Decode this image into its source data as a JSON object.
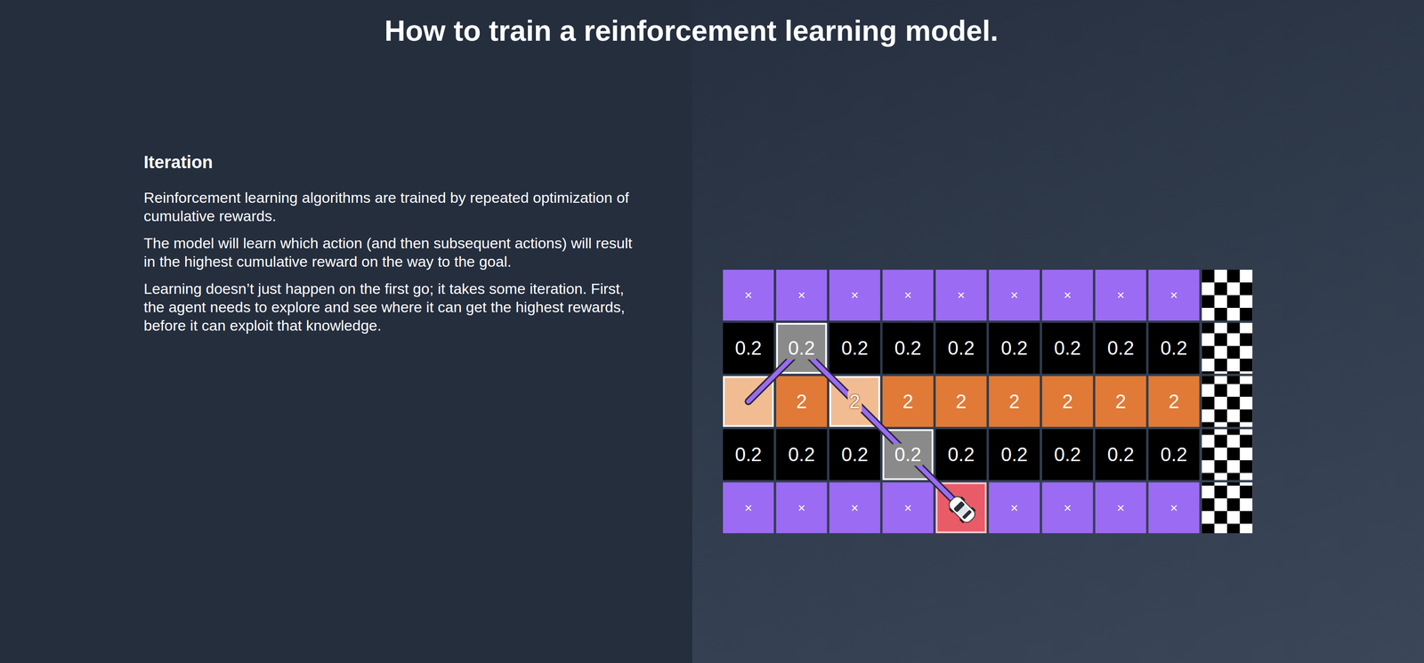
{
  "diagram": {
    "title": "How to train a reinforcement learning model.",
    "labels": [
      "Iteration",
      "Reinforcement learning algorithms are trained by repeated optimization of cumulative rewards.",
      "The model will learn which action (and then subsequent actions) will result in the highest cumulative reward on the way to the goal.",
      "Learning doesn’t just happen on the first go; it takes some iteration. First, the agent needs to explore and see where it can get the highest rewards, before it can exploit that knowledge.",
      "×",
      "×",
      "×",
      "×",
      "×",
      "×",
      "×",
      "×",
      "×",
      "0.2",
      "0.2",
      "0.2",
      "0.2",
      "0.2",
      "0.2",
      "0.2",
      "0.2",
      "0.2",
      "2",
      "2",
      "2",
      "2",
      "2",
      "2",
      "2",
      "2",
      "0.2",
      "0.2",
      "0.2",
      "0.2",
      "0.2",
      "0.2",
      "0.2",
      "0.2",
      "0.2",
      "×",
      "×",
      "×",
      "×",
      "×",
      "×",
      "×",
      "×"
    ]
  }
}
